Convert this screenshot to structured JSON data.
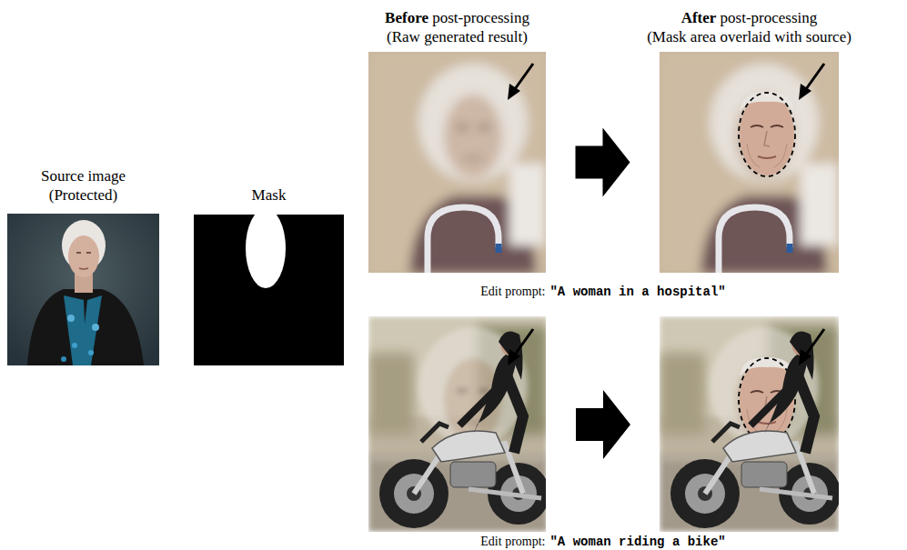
{
  "diagram": {
    "nodes": [
      {
        "text": [
          "Source image (Protected)"
        ]
      },
      {
        "text": [
          "Mask"
        ]
      },
      {
        "text": [
          "Before post-processing",
          "(Raw generated result)"
        ]
      },
      {
        "text": [
          "After post-processing",
          "(Mask area overlaid with source)"
        ]
      }
    ],
    "edges": [
      {
        "from": 2,
        "to": 3,
        "arrow": "to"
      }
    ],
    "labels": [
      "Edit prompt:",
      "\"A woman in a hospital\"",
      "Edit prompt:",
      "\"A woman riding a bike\""
    ]
  }
}
